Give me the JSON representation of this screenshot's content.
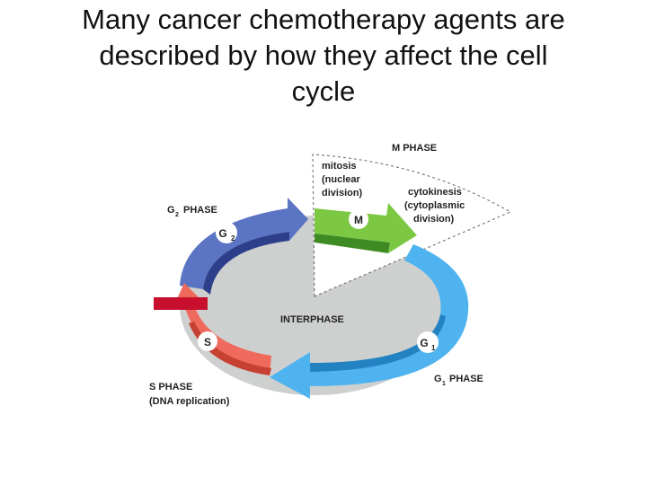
{
  "slide": {
    "title_lines": [
      "Many cancer chemotherapy agents are",
      "described by how they affect the cell",
      "cycle"
    ]
  },
  "diagram": {
    "m_phase_label": "M PHASE",
    "mitosis_lines": [
      "mitosis",
      "(nuclear",
      "division)"
    ],
    "cytokinesis_lines": [
      "cytokinesis",
      "(cytoplasmic",
      "division)"
    ],
    "m_letter": "M",
    "g2_phase_label": "PHASE",
    "g2_letter": "G",
    "interphase_label": "INTERPHASE",
    "s_letter": "S",
    "g1_letter": "G",
    "g1_phase_label": "PHASE",
    "s_phase_lines": [
      "S PHASE",
      "(DNA replication)"
    ],
    "subscripts": {
      "g2": "2",
      "g1": "1"
    },
    "colors": {
      "interphase": "#cdd0cf",
      "m_phase": "#7cc843",
      "g2_phase": "#5b74c4",
      "s_phase": "#ef6a5c",
      "g1_phase": "#4fb3ef",
      "s_marker": "#c8102e"
    }
  }
}
